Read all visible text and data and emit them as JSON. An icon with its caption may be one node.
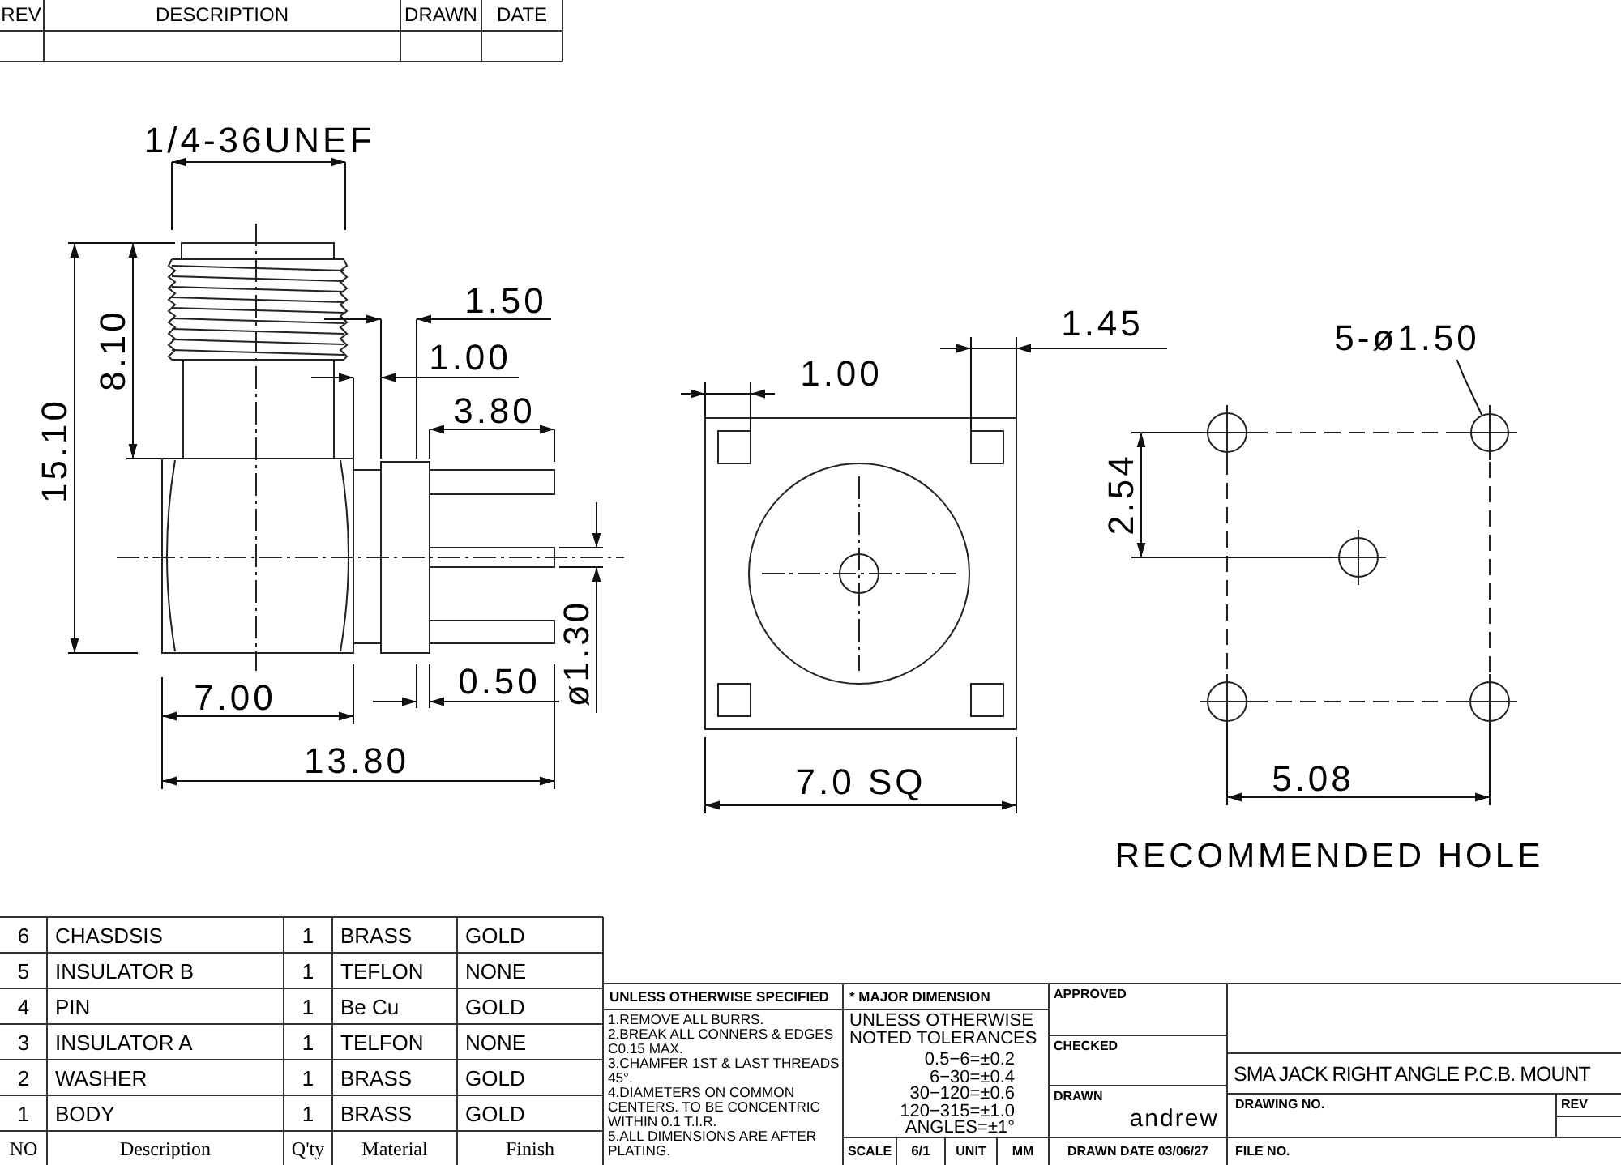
{
  "diagram": {
    "nodes": [
      {
        "text": [
          "5-ø1.50"
        ]
      },
      {
        "text": [],
        "shape": "circle"
      }
    ],
    "edges": [
      {
        "from": 0,
        "to": 1,
        "arrow": "none"
      }
    ],
    "labels": [
      "REV",
      "DESCRIPTION",
      "DRAWN",
      "DATE",
      "1/4-36UNEF",
      "15.10",
      "8.10",
      "1.50",
      "1.00",
      "3.80",
      "7.00",
      "0.50",
      "ø1.30",
      "13.80",
      "1.00",
      "1.45",
      "7.0 SQ",
      "2.54",
      "5.08",
      "RECOMMENDED HOLE",
      "6",
      "CHASDSIS",
      "1",
      "BRASS",
      "GOLD",
      "5",
      "INSULATOR B",
      "1",
      "TEFLON",
      "NONE",
      "4",
      "PIN",
      "1",
      "Be Cu",
      "GOLD",
      "3",
      "INSULATOR A",
      "1",
      "TELFON",
      "NONE",
      "2",
      "WASHER",
      "1",
      "BRASS",
      "GOLD",
      "1",
      "BODY",
      "1",
      "BRASS",
      "GOLD",
      "NO",
      "Description",
      "Q'ty",
      "Material",
      "Finish",
      "UNLESS OTHERWISE SPECIFIED",
      "1.REMOVE ALL BURRS.",
      "2.BREAK ALL CONNERS & EDGES C0.15 MAX.",
      "3.CHAMFER 1ST & LAST THREADS 45°.",
      "4.DIAMETERS ON COMMON CENTERS. TO BE CONCENTRIC WITHIN 0.1 T.I.R.",
      "5.ALL DIMENSIONS ARE AFTER PLATING.",
      "* MAJOR DIMENSION",
      "UNLESS OTHERWISE NOTED TOLERANCES",
      "0.5−6=±0.2",
      "6−30=±0.4",
      "30−120=±0.6",
      "120−315=±1.0",
      "ANGLES=±1°",
      "SCALE",
      "6/1",
      "UNIT",
      "MM",
      "APPROVED",
      "CHECKED",
      "DRAWN",
      "andrew",
      "DRAWN DATE 03/06/27",
      "SMA JACK RIGHT ANGLE P.C.B. MOUNT",
      "DRAWING NO.",
      "REV",
      "FILE NO."
    ]
  }
}
